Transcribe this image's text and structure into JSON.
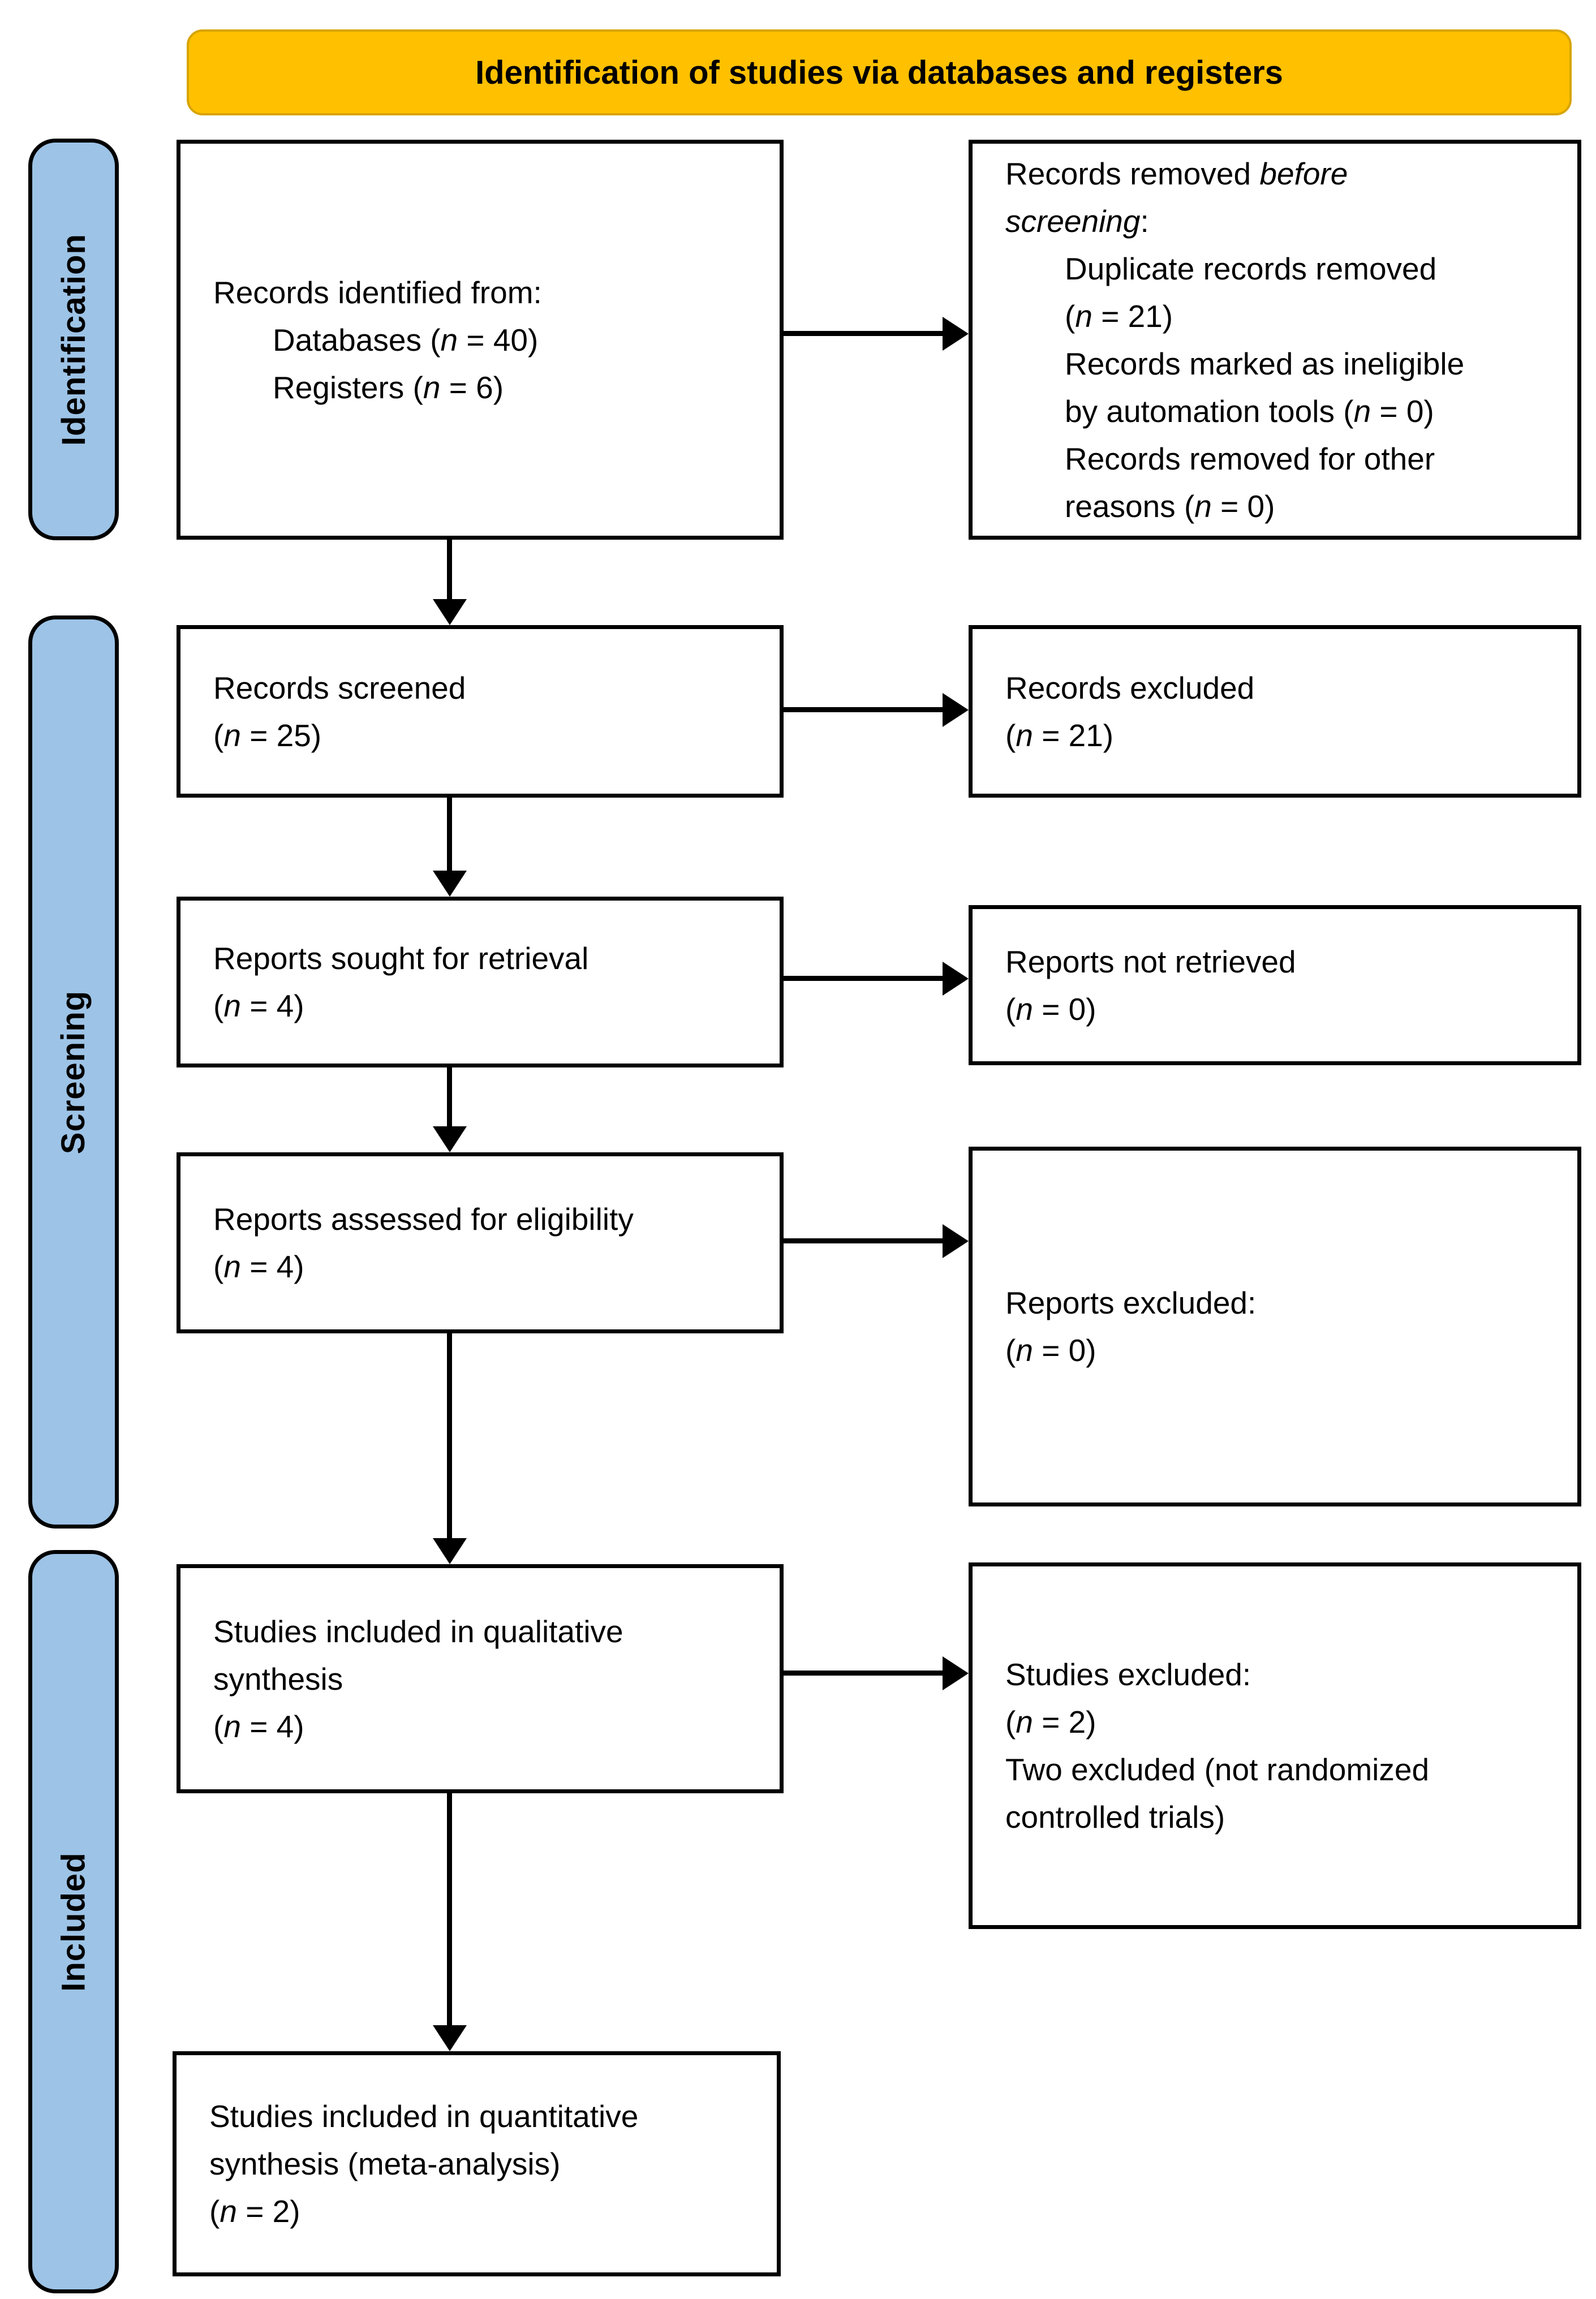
{
  "colors": {
    "banner_bg": "#FFC000",
    "sidebar_bg": "#9DC3E6",
    "box_border": "#000000",
    "text": "#000000"
  },
  "banner": {
    "title": "Identification of studies via databases and registers"
  },
  "sidebar": [
    {
      "id": "identification",
      "label": "Identification"
    },
    {
      "id": "screening",
      "label": "Screening"
    },
    {
      "id": "included",
      "label": "Included"
    }
  ],
  "boxes": {
    "identified": {
      "lines": [
        {
          "seg": [
            {
              "t": "Records identified from:"
            }
          ]
        },
        {
          "ind": 1,
          "seg": [
            {
              "t": "Databases ("
            },
            {
              "t": "n",
              "i": 1
            },
            {
              "t": " = 40)"
            }
          ]
        },
        {
          "ind": 1,
          "seg": [
            {
              "t": "Registers ("
            },
            {
              "t": "n",
              "i": 1
            },
            {
              "t": " = 6)"
            }
          ]
        }
      ]
    },
    "removed_before": {
      "lines": [
        {
          "seg": [
            {
              "t": "Records removed "
            },
            {
              "t": "before",
              "i": 1
            }
          ]
        },
        {
          "seg": [
            {
              "t": "screening",
              "i": 1
            },
            {
              "t": ":"
            }
          ]
        },
        {
          "ind": 1,
          "seg": [
            {
              "t": "Duplicate records removed"
            }
          ]
        },
        {
          "ind": 1,
          "seg": [
            {
              "t": "("
            },
            {
              "t": "n",
              "i": 1
            },
            {
              "t": " = 21)"
            }
          ]
        },
        {
          "ind": 1,
          "seg": [
            {
              "t": "Records marked as ineligible"
            }
          ]
        },
        {
          "ind": 1,
          "seg": [
            {
              "t": "by automation tools ("
            },
            {
              "t": "n",
              "i": 1
            },
            {
              "t": " = 0)"
            }
          ]
        },
        {
          "ind": 1,
          "seg": [
            {
              "t": "Records removed for other"
            }
          ]
        },
        {
          "ind": 1,
          "seg": [
            {
              "t": "reasons ("
            },
            {
              "t": "n",
              "i": 1
            },
            {
              "t": " = 0)"
            }
          ]
        }
      ]
    },
    "screened": {
      "lines": [
        {
          "seg": [
            {
              "t": "Records screened"
            }
          ]
        },
        {
          "seg": [
            {
              "t": "("
            },
            {
              "t": "n",
              "i": 1
            },
            {
              "t": " = 25)"
            }
          ]
        }
      ]
    },
    "records_excluded": {
      "lines": [
        {
          "seg": [
            {
              "t": "Records excluded"
            }
          ]
        },
        {
          "seg": [
            {
              "t": "("
            },
            {
              "t": "n",
              "i": 1
            },
            {
              "t": " = 21)"
            }
          ]
        }
      ]
    },
    "sought": {
      "lines": [
        {
          "seg": [
            {
              "t": "Reports sought for retrieval"
            }
          ]
        },
        {
          "seg": [
            {
              "t": "("
            },
            {
              "t": "n",
              "i": 1
            },
            {
              "t": " = 4)"
            }
          ]
        }
      ]
    },
    "not_retrieved": {
      "lines": [
        {
          "seg": [
            {
              "t": "Reports not retrieved"
            }
          ]
        },
        {
          "seg": [
            {
              "t": "("
            },
            {
              "t": "n",
              "i": 1
            },
            {
              "t": " = 0)"
            }
          ]
        }
      ]
    },
    "assessed": {
      "lines": [
        {
          "seg": [
            {
              "t": "Reports assessed for eligibility"
            }
          ]
        },
        {
          "seg": [
            {
              "t": "("
            },
            {
              "t": "n",
              "i": 1
            },
            {
              "t": " = 4)"
            }
          ]
        }
      ]
    },
    "reports_excluded": {
      "lines": [
        {
          "seg": [
            {
              "t": "Reports excluded:"
            }
          ]
        },
        {
          "seg": [
            {
              "t": "("
            },
            {
              "t": "n",
              "i": 1
            },
            {
              "t": " = 0)"
            }
          ]
        }
      ]
    },
    "qualitative": {
      "lines": [
        {
          "seg": [
            {
              "t": "Studies included in qualitative"
            }
          ]
        },
        {
          "seg": [
            {
              "t": "synthesis"
            }
          ]
        },
        {
          "seg": [
            {
              "t": "("
            },
            {
              "t": "n",
              "i": 1
            },
            {
              "t": " = 4)"
            }
          ]
        }
      ]
    },
    "studies_excluded": {
      "lines": [
        {
          "seg": [
            {
              "t": "Studies excluded:"
            }
          ]
        },
        {
          "seg": [
            {
              "t": "("
            },
            {
              "t": "n",
              "i": 1
            },
            {
              "t": " = 2)"
            }
          ]
        },
        {
          "seg": [
            {
              "t": "Two excluded (not randomized"
            }
          ]
        },
        {
          "seg": [
            {
              "t": "controlled trials)"
            }
          ]
        }
      ]
    },
    "quantitative": {
      "lines": [
        {
          "seg": [
            {
              "t": "Studies included in quantitative"
            }
          ]
        },
        {
          "seg": [
            {
              "t": "synthesis (meta-analysis)"
            }
          ]
        },
        {
          "seg": [
            {
              "t": "("
            },
            {
              "t": "n",
              "i": 1
            },
            {
              "t": " = 2)"
            }
          ]
        }
      ]
    }
  }
}
